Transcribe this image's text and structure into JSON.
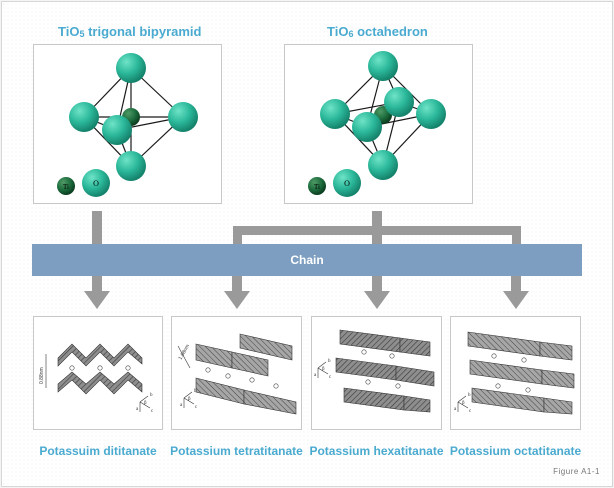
{
  "structures": [
    {
      "title_main": "TiO",
      "title_sub": "5",
      "title_rest": " trigonal bipyramid",
      "ti_label": "Ti",
      "o_label": "O"
    },
    {
      "title_main": "TiO",
      "title_sub": "6",
      "title_rest": " octahedron",
      "ti_label": "Ti",
      "o_label": "O"
    }
  ],
  "chain_label": "Chain",
  "products": [
    {
      "caption": "Potassuim dititanate",
      "scale": "0.88nm"
    },
    {
      "caption": "Potassium tetratitanate",
      "scale": "1.68nm"
    },
    {
      "caption": "Potassium hexatitanate"
    },
    {
      "caption": "Potassium octatitanate"
    }
  ],
  "axes": {
    "a": "a",
    "b": "b",
    "c": "c",
    "beta": "β"
  },
  "figure_label": "Figure A1-1",
  "colors": {
    "title": "#4aaad0",
    "o_atom": "#2bb89a",
    "ti_atom": "#1c6b3c",
    "chain_bar": "#7d9ec0",
    "arrow": "#9a9a9a"
  }
}
